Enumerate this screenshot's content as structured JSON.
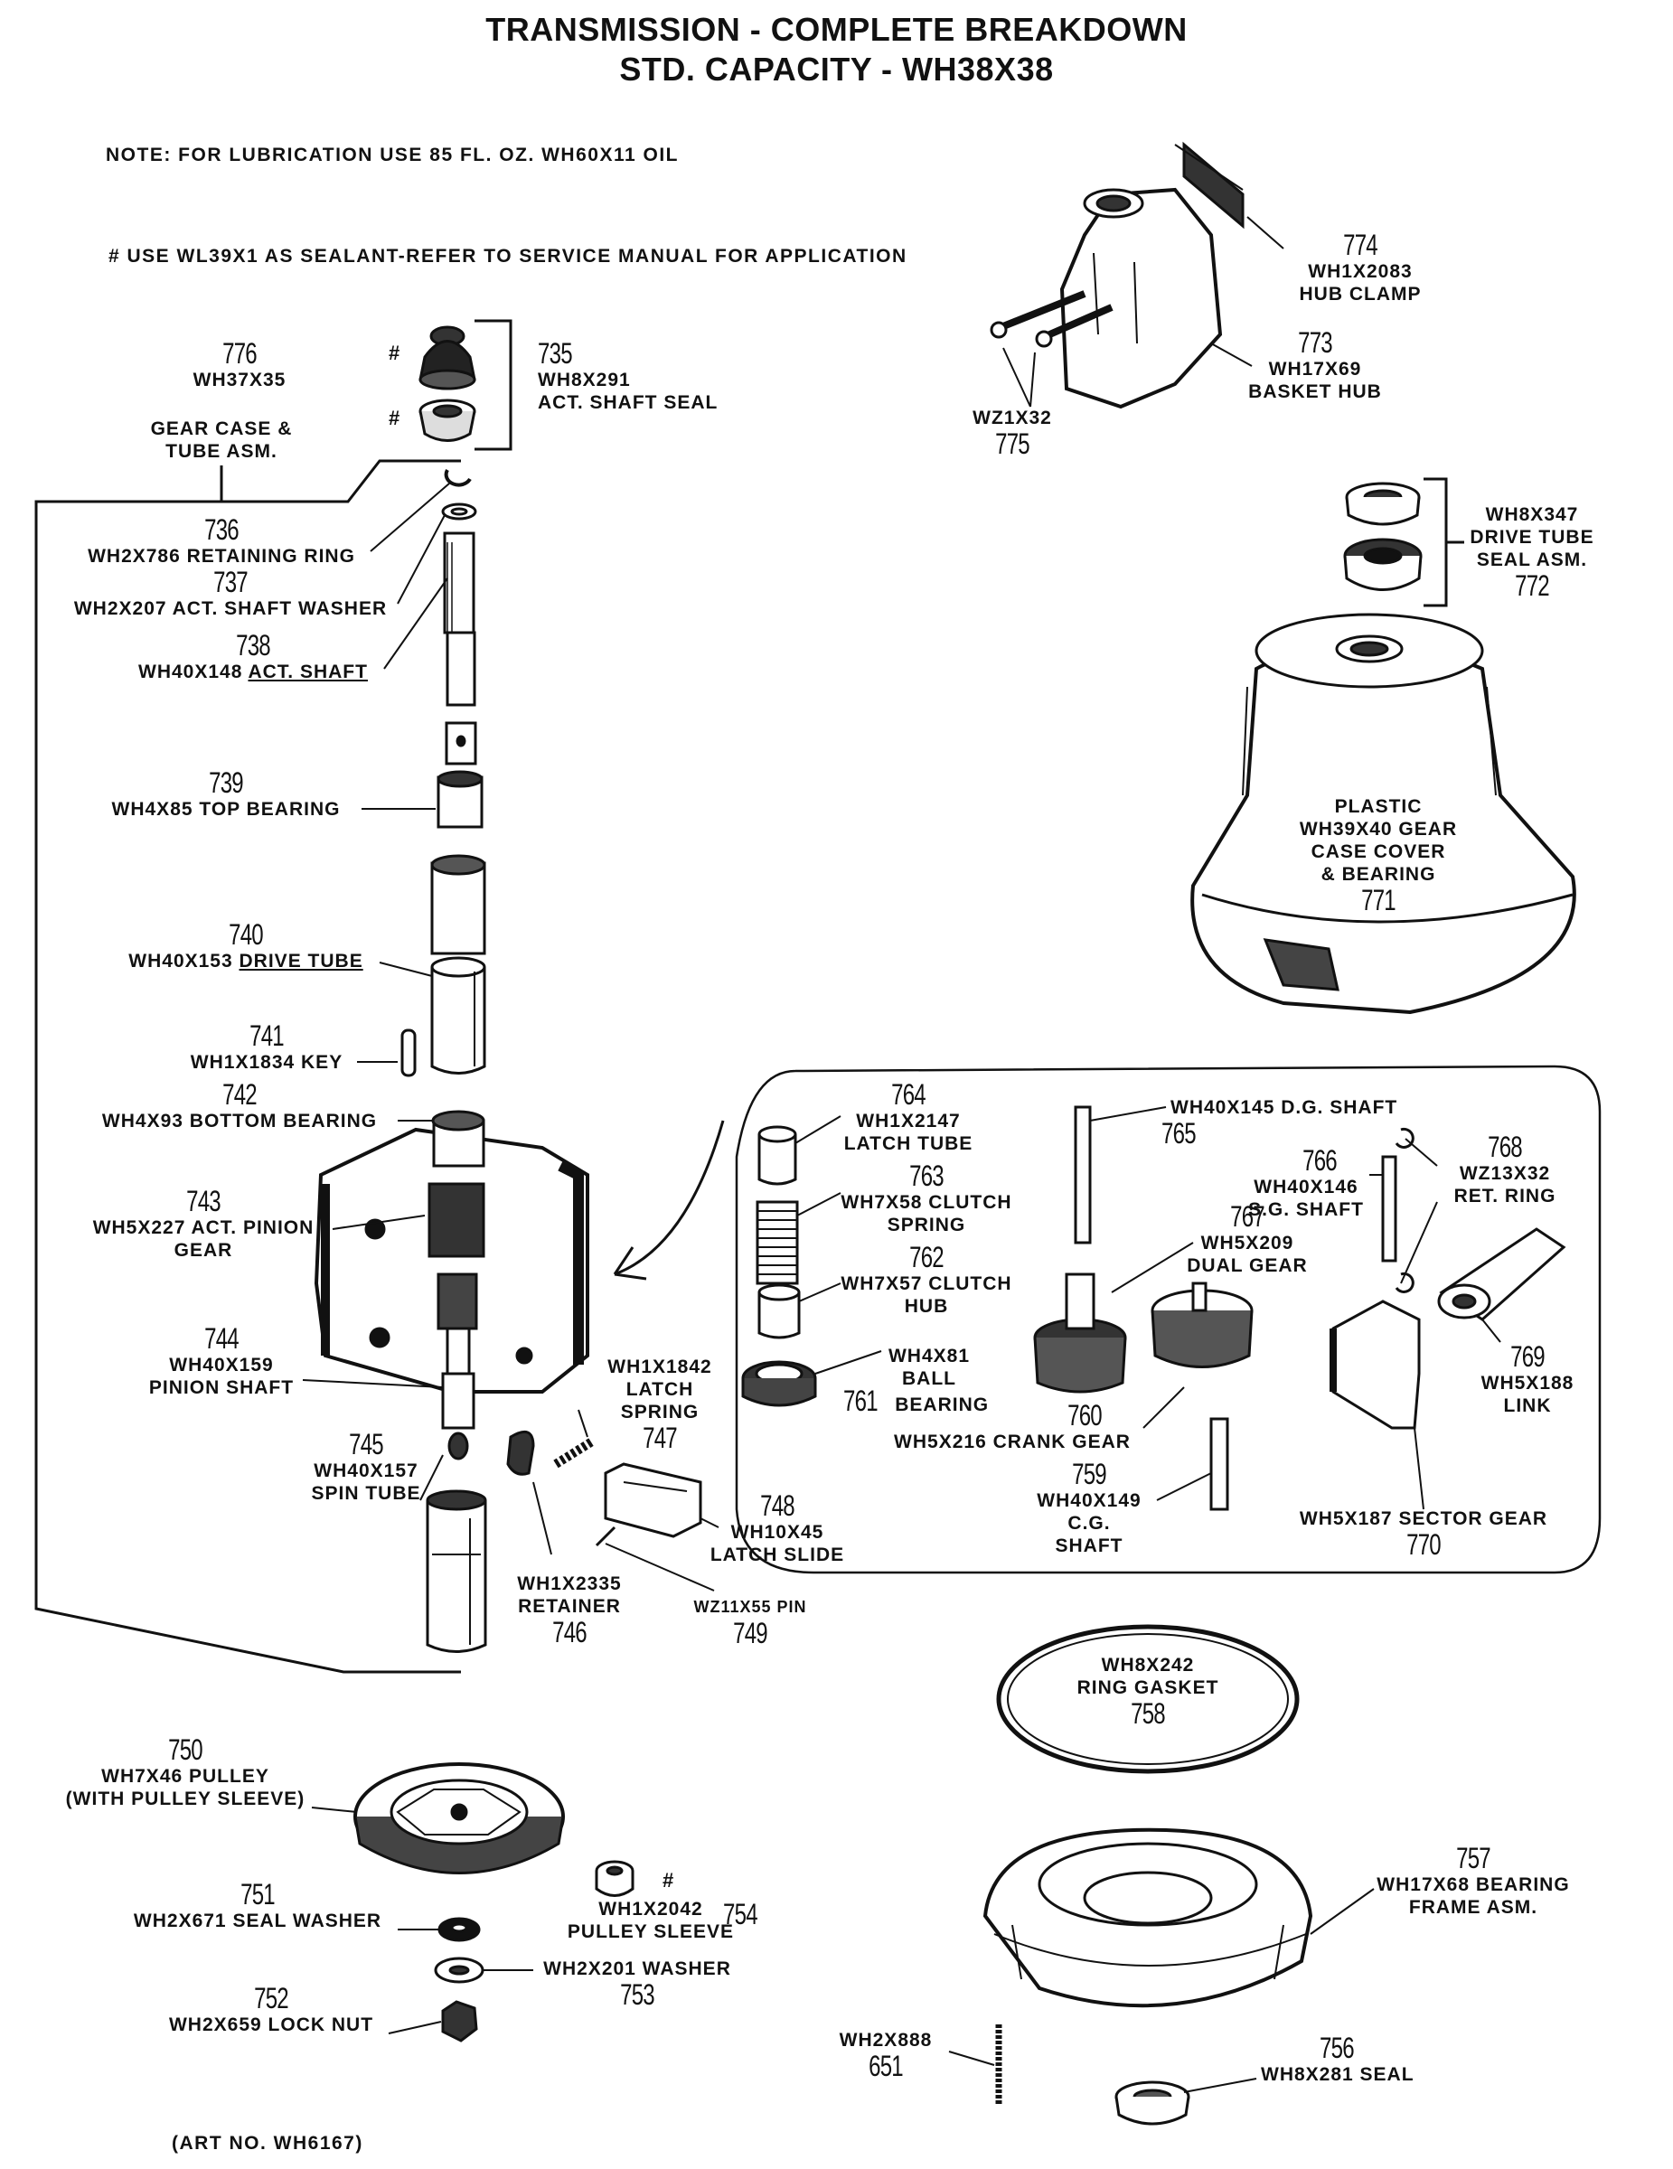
{
  "title_line1": "TRANSMISSION - COMPLETE BREAKDOWN",
  "title_line2": "STD. CAPACITY - WH38X38",
  "note_lubrication": "NOTE: FOR LUBRICATION USE 85 FL. OZ. WH60X11 OIL",
  "note_sealant": "# USE WL39X1 AS SEALANT-REFER TO SERVICE MANUAL FOR APPLICATION",
  "sealant_mark": "#",
  "art_no": "(ART NO. WH6167)",
  "parts": {
    "p776": {
      "num": "776",
      "part": "WH37X35"
    },
    "p735": {
      "num": "735",
      "part": "WH8X291",
      "desc": "ACT. SHAFT SEAL"
    },
    "gear_case": {
      "line1": "GEAR CASE &",
      "line2": "TUBE ASM."
    },
    "p736": {
      "num": "736",
      "text": "WH2X786 RETAINING RING"
    },
    "p737": {
      "num": "737",
      "text": "WH2X207 ACT. SHAFT WASHER"
    },
    "p738": {
      "num": "738",
      "part": "WH40X148",
      "desc": "ACT. SHAFT"
    },
    "p739": {
      "num": "739",
      "text": "WH4X85 TOP BEARING"
    },
    "p740": {
      "num": "740",
      "part": "WH40X153",
      "desc": "DRIVE TUBE"
    },
    "p741": {
      "num": "741",
      "text": "WH1X1834 KEY"
    },
    "p742": {
      "num": "742",
      "text": "WH4X93 BOTTOM BEARING"
    },
    "p743": {
      "num": "743",
      "line1": "WH5X227 ACT. PINION",
      "line2": "GEAR"
    },
    "p744": {
      "num": "744",
      "line1": "WH40X159",
      "line2": "PINION SHAFT"
    },
    "p745": {
      "num": "745",
      "line1": "WH40X157",
      "line2": "SPIN TUBE"
    },
    "p746": {
      "num": "746",
      "line1": "WH1X2335",
      "line2": "RETAINER"
    },
    "p747": {
      "num": "747",
      "line1": "WH1X1842",
      "line2": "LATCH",
      "line3": "SPRING"
    },
    "p748": {
      "num": "748",
      "line1": "WH10X45",
      "line2": "LATCH SLIDE"
    },
    "p749": {
      "num": "749",
      "part": "WZ11X55 PIN"
    },
    "p750": {
      "num": "750",
      "line1": "WH7X46 PULLEY",
      "line2": "(WITH PULLEY SLEEVE)"
    },
    "p751": {
      "num": "751",
      "text": "WH2X671 SEAL WASHER"
    },
    "p752": {
      "num": "752",
      "text": "WH2X659 LOCK NUT"
    },
    "p753": {
      "num": "753",
      "text": "WH2X201 WASHER"
    },
    "p754": {
      "num": "754",
      "line1": "WH1X2042",
      "line2": "PULLEY SLEEVE"
    },
    "p774": {
      "num": "774",
      "part": "WH1X2083",
      "desc": "HUB CLAMP"
    },
    "p773": {
      "num": "773",
      "part": "WH17X69",
      "desc": "BASKET HUB"
    },
    "p775": {
      "num": "775",
      "part": "WZ1X32"
    },
    "p772": {
      "num": "772",
      "line1": "WH8X347",
      "line2": "DRIVE TUBE",
      "line3": "SEAL ASM."
    },
    "p771": {
      "num": "771",
      "line1": "PLASTIC",
      "line2": "WH39X40 GEAR",
      "line3": "CASE COVER",
      "line4": "& BEARING"
    },
    "p764": {
      "num": "764",
      "line1": "WH1X2147",
      "line2": "LATCH TUBE"
    },
    "p763": {
      "num": "763",
      "line1": "WH7X58 CLUTCH",
      "line2": "SPRING"
    },
    "p762": {
      "num": "762",
      "line1": "WH7X57 CLUTCH",
      "line2": "HUB"
    },
    "p761": {
      "num": "761",
      "line1": "WH4X81",
      "line2": "BALL",
      "line3": "BEARING"
    },
    "p765": {
      "num": "765",
      "text": "WH40X145 D.G. SHAFT"
    },
    "p766": {
      "num": "766",
      "line1": "WH40X146",
      "line2": "S.G. SHAFT"
    },
    "p768": {
      "num": "768",
      "line1": "WZ13X32",
      "line2": "RET. RING"
    },
    "p767": {
      "num": "767",
      "line1": "WH5X209",
      "line2": "DUAL GEAR"
    },
    "p760": {
      "num": "760",
      "text": "WH5X216 CRANK GEAR"
    },
    "p769": {
      "num": "769",
      "line1": "WH5X188",
      "line2": "LINK"
    },
    "p759": {
      "num": "759",
      "line1": "WH40X149",
      "line2": "C.G.",
      "line3": "SHAFT"
    },
    "p770": {
      "num": "770",
      "text": "WH5X187 SECTOR GEAR"
    },
    "p758": {
      "num": "758",
      "line1": "WH8X242",
      "line2": "RING GASKET"
    },
    "p757": {
      "num": "757",
      "line1": "WH17X68 BEARING",
      "line2": "FRAME ASM."
    },
    "p651": {
      "num": "651",
      "part": "WH2X888"
    },
    "p756": {
      "num": "756",
      "text": "WH8X281 SEAL"
    }
  }
}
